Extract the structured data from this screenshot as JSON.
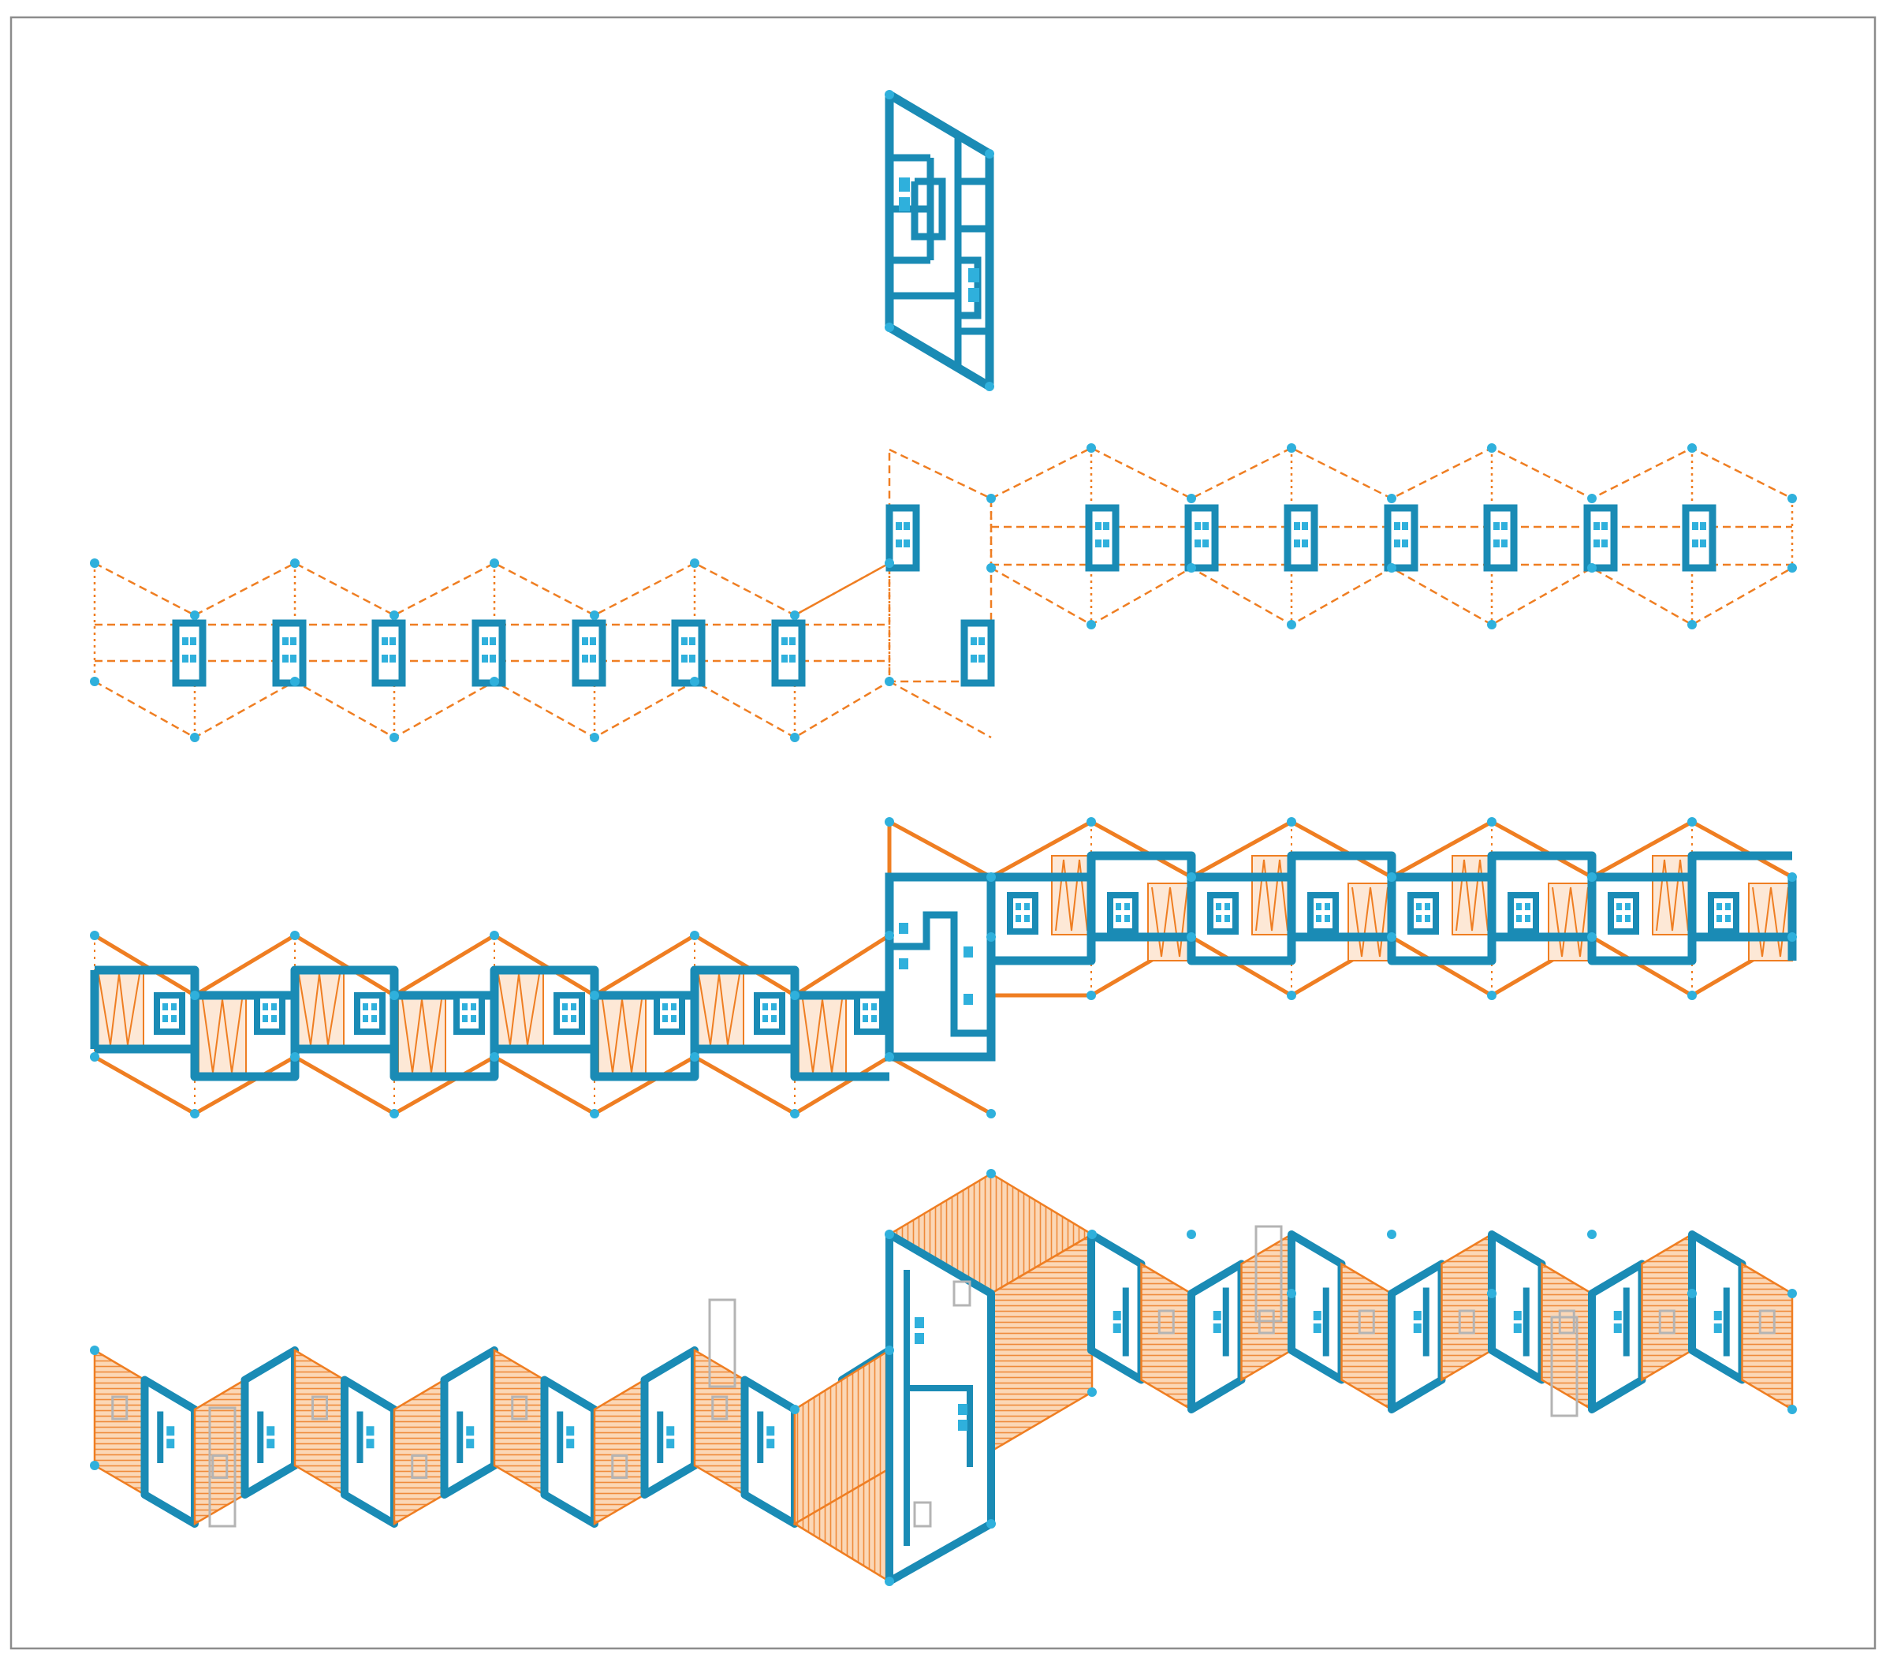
{
  "colors": {
    "wall": "#1a8bb5",
    "wall_light": "#2fb0dc",
    "orange": "#ef7e22",
    "hatch": "#f2a060",
    "fill": "#fbd7b6",
    "frame": "#8c8c8c",
    "gray": "#b4b4b4"
  },
  "stages": [
    {
      "id": "unit-module",
      "kind": "module"
    },
    {
      "id": "core-layout",
      "kind": "dashed-zigzag"
    },
    {
      "id": "wall-layout",
      "kind": "solid-zigzag"
    },
    {
      "id": "folded-layout",
      "kind": "folded"
    }
  ],
  "module_counts": {
    "left_row": 7,
    "right_row": 7
  }
}
